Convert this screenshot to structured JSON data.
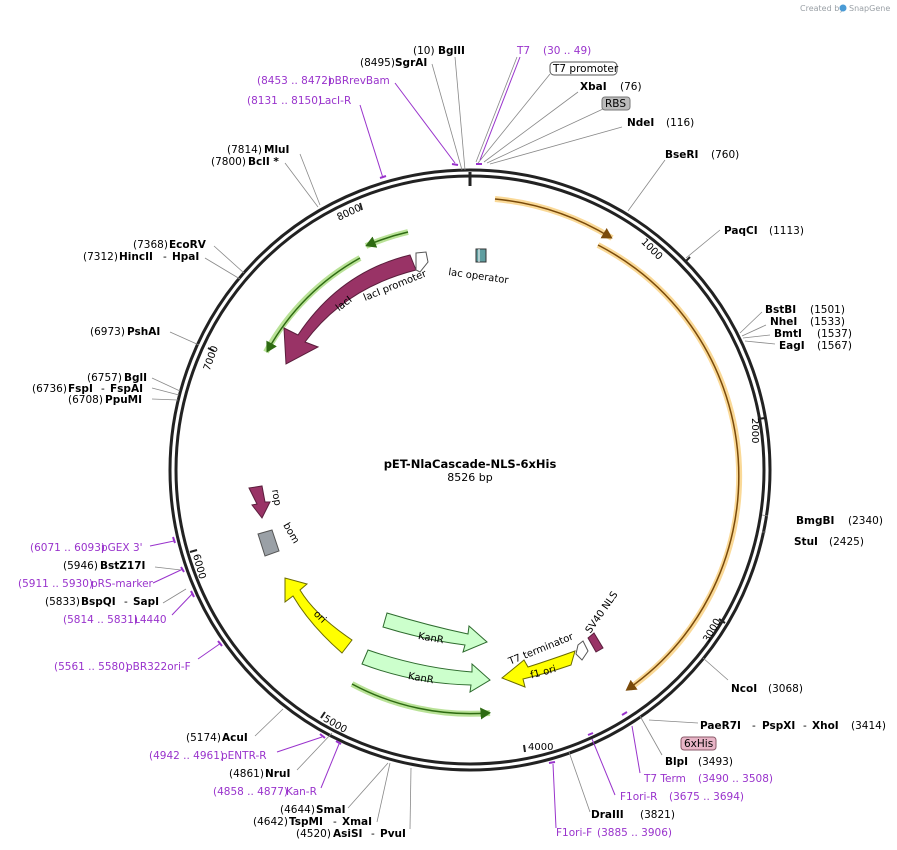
{
  "credit": {
    "prefix": "Created by",
    "brand": "SnapGene"
  },
  "plasmid": {
    "name": "pET-NlaCascade-NLS-6xHis",
    "length": "8526 bp"
  },
  "ticks": [
    "1000",
    "2000",
    "3000",
    "4000",
    "5000",
    "6000",
    "7000",
    "8000"
  ],
  "enzymes_right": [
    {
      "name": "BseRI",
      "pos": "(760)"
    },
    {
      "name": "PaqCI",
      "pos": "(1113)"
    },
    {
      "name": "BstBI",
      "pos": "(1501)"
    },
    {
      "name": "NheI",
      "pos": "(1533)"
    },
    {
      "name": "BmtI",
      "pos": "(1537)"
    },
    {
      "name": "EagI",
      "pos": "(1567)"
    },
    {
      "name": "BmgBI",
      "pos": "(2340)"
    },
    {
      "name": "StuI",
      "pos": "(2425)"
    },
    {
      "name": "NcoI",
      "pos": "(3068)"
    },
    {
      "name": "PaeR7I",
      "sep1": "-",
      "name2": "PspXI",
      "sep2": "-",
      "name3": "XhoI",
      "pos": "(3414)"
    },
    {
      "name": "BlpI",
      "pos": "(3493)"
    },
    {
      "name": "DraIII",
      "pos": "(3821)"
    }
  ],
  "enzymes_left": [
    {
      "name": "BglII",
      "pos": "(10)"
    },
    {
      "name": "SgrAI",
      "pos": "(8495)"
    },
    {
      "name": "XbaI",
      "pos": "(76)"
    },
    {
      "name": "NdeI",
      "pos": "(116)"
    },
    {
      "name": "MluI",
      "pos": "(7814)"
    },
    {
      "name": "BclI *",
      "pos": "(7800)"
    },
    {
      "name": "EcoRV",
      "pos": "(7368)"
    },
    {
      "name": "HincII",
      "sep": "-",
      "name2": "HpaI",
      "pos": "(7312)"
    },
    {
      "name": "PshAI",
      "pos": "(6973)"
    },
    {
      "name": "BglI",
      "pos": "(6757)"
    },
    {
      "name": "FspI",
      "sep": "-",
      "name2": "FspAI",
      "pos": "(6736)"
    },
    {
      "name": "PpuMI",
      "pos": "(6708)"
    },
    {
      "name": "BstZ17I",
      "pos": "(5946)"
    },
    {
      "name": "BspQI",
      "sep": "-",
      "name2": "SapI",
      "pos": "(5833)"
    },
    {
      "name": "AcuI",
      "pos": "(5174)"
    },
    {
      "name": "NruI",
      "pos": "(4861)"
    },
    {
      "name": "SmaI",
      "pos": "(4644)"
    },
    {
      "name": "TspMI",
      "sep": "-",
      "name2": "XmaI",
      "pos": "(4642)"
    },
    {
      "name": "AsiSI",
      "sep": "-",
      "name2": "PvuI",
      "pos": "(4520)"
    }
  ],
  "primers": [
    {
      "name": "T7",
      "range": "(30 .. 49)"
    },
    {
      "name": "pBRrevBam",
      "range": "(8453 .. 8472)"
    },
    {
      "name": "LacI-R",
      "range": "(8131 .. 8150)"
    },
    {
      "name": "pGEX 3'",
      "range": "(6071 .. 6093)"
    },
    {
      "name": "pRS-marker",
      "range": "(5911 .. 5930)"
    },
    {
      "name": "L4440",
      "range": "(5814 .. 5831)"
    },
    {
      "name": "pBR322ori-F",
      "range": "(5561 .. 5580)"
    },
    {
      "name": "pENTR-R",
      "range": "(4942 .. 4961)"
    },
    {
      "name": "Kan-R",
      "range": "(4858 .. 4877)"
    },
    {
      "name": "T7 Term",
      "range": "(3490 .. 3508)"
    },
    {
      "name": "F1ori-R",
      "range": "(3675 .. 3694)"
    },
    {
      "name": "F1ori-F",
      "range": "(3885 .. 3906)"
    }
  ],
  "boxed_features": {
    "t7_promoter": "T7 promoter",
    "rbs": "RBS",
    "his": "6xHis"
  },
  "features": {
    "lacI": "lacI",
    "lacI_promoter": "lacI promoter",
    "lac_operator": "lac operator",
    "rop": "rop",
    "bom": "bom",
    "ori": "ori",
    "kanR1": "KanR",
    "kanR2": "KanR",
    "f1_ori": "f1 ori",
    "t7_terminator": "T7 terminator",
    "sv40_nls": "SV40 NLS"
  },
  "colors": {
    "backbone": "#222222",
    "orf_orange": "#f5b942",
    "orf_green": "#9bd66b",
    "lacI": "#993366",
    "ori": "#ffff00",
    "kanR": "#ccffcc",
    "primer": "#9933cc"
  }
}
